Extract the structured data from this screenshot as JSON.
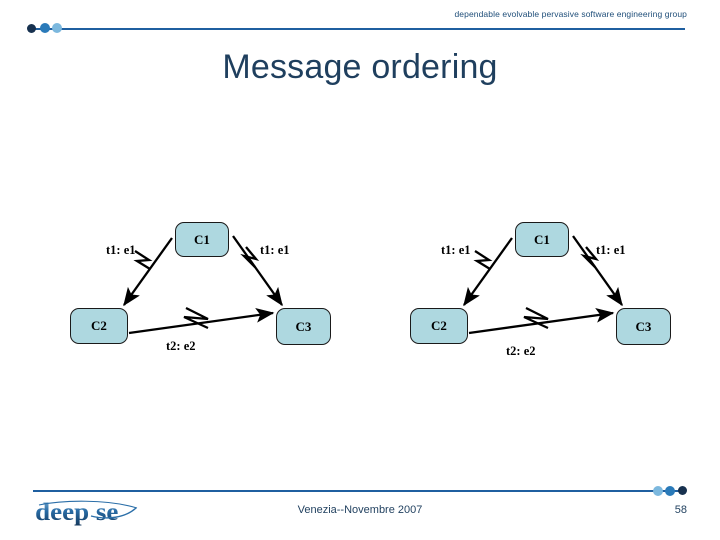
{
  "header": {
    "tagline": "dependable evolvable pervasive software engineering group",
    "dots": [
      "#17314f",
      "#2a7ab9",
      "#7cb8de"
    ]
  },
  "title": "Message ordering",
  "diagrams": [
    {
      "id": "left",
      "nodes": {
        "c1": "C1",
        "c2": "C2",
        "c3": "C3"
      },
      "edges": {
        "c1_c2": "t1: e1",
        "c1_c3": "t1: e1",
        "c2_c3": "t2: e2"
      }
    },
    {
      "id": "right",
      "nodes": {
        "c1": "C1",
        "c2": "C2",
        "c3": "C3"
      },
      "edges": {
        "c1_c2": "t1: e1",
        "c1_c3": "t1: e1",
        "c2_c3": "t2: e2"
      }
    }
  ],
  "footer": {
    "logo_text": "deep se",
    "center": "Venezia--Novembre 2007",
    "page": "58",
    "dots": [
      "#7cb8de",
      "#2a7ab9",
      "#17314f"
    ]
  },
  "colors": {
    "rule": "#1f5fa0",
    "title": "#1f3f5e",
    "node_fill": "#aed8e0",
    "node_stroke": "#1a1a1a"
  }
}
